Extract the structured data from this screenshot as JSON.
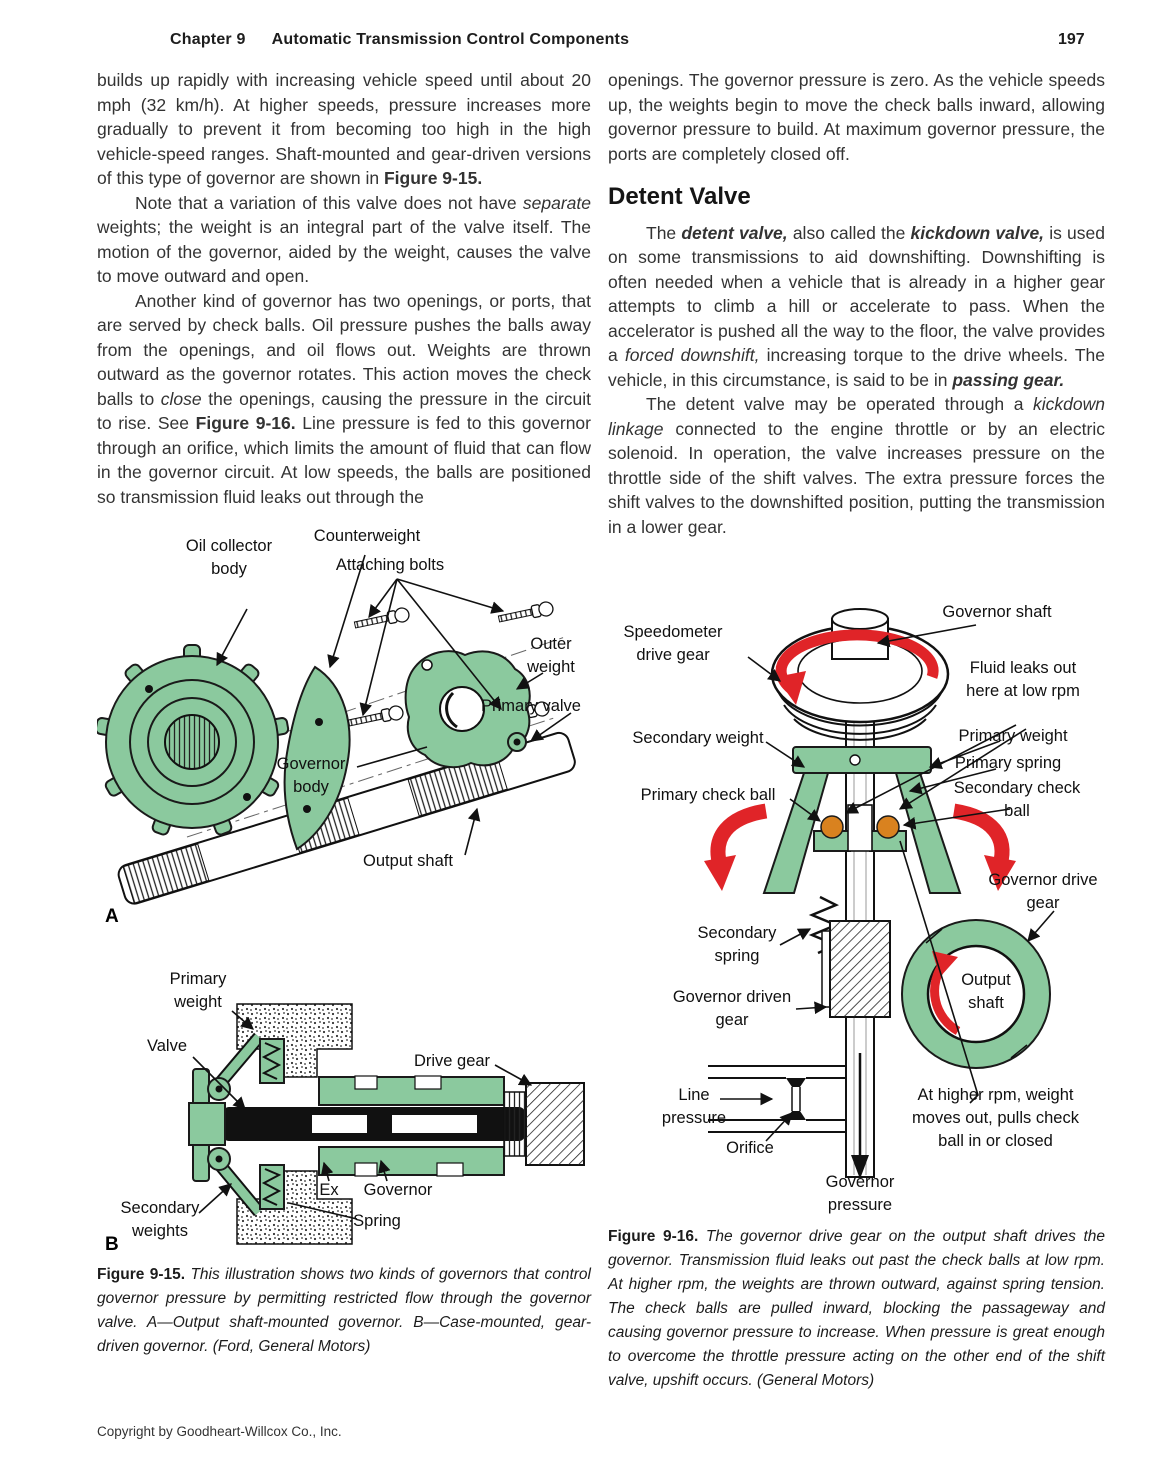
{
  "header": {
    "chapter": "Chapter 9",
    "title": "Automatic Transmission Control Components",
    "page_number": "197"
  },
  "footer": {
    "copyright": "Copyright by Goodheart-Willcox Co., Inc."
  },
  "colors": {
    "diagram_green": "#8bc99e",
    "arrow_red": "#e02428",
    "ball_orange": "#d9821f"
  },
  "left_column": {
    "p1": {
      "r0": "builds up rapidly with increasing vehicle speed until about 20 mph (32 km/h). At higher speeds, pressure increases more gradually to prevent it from becoming too high in the high vehicle-speed ranges. Shaft-mounted and gear-driven versions of this type of governor are shown in ",
      "r1": "Figure 9-15."
    },
    "p2": {
      "r0": "Note that a variation of this valve does not have ",
      "r1": "separate",
      "r2": " weights; the weight is an integral part of the valve itself. The motion of the governor, aided by the weight, causes the valve to move outward and open."
    },
    "p3": {
      "r0": "Another kind of governor has two openings, or ports, that are served by check balls. Oil pressure pushes the balls away from the openings, and oil flows out. Weights are thrown outward as the governor rotates. This action moves the check balls to ",
      "r1": "close",
      "r2": " the openings, causing the pressure in the circuit to rise. See ",
      "r3": "Figure 9-16.",
      "r4": " Line pressure is fed to this governor through an orifice, which limits the amount of fluid that can flow in the governor circuit. At low speeds, the balls are positioned so transmission fluid leaks out through the"
    }
  },
  "right_column": {
    "p4": "openings. The governor pressure is zero. As the vehicle speeds up, the weights begin to move the check balls inward, allowing governor pressure to build. At maximum governor pressure, the ports are completely closed off.",
    "heading": "Detent Valve",
    "p5": {
      "r0": "The ",
      "r1": "detent valve,",
      "r2": " also called the ",
      "r3": "kickdown valve,",
      "r4": " is used on some transmissions to aid downshifting. Downshifting is often needed when a vehicle that is already in a higher gear attempts to climb a hill or accelerate to pass. When the accelerator is pushed all the way to the floor, the valve provides a ",
      "r5": "forced downshift,",
      "r6": " increasing torque to the drive wheels. The vehicle, in this circumstance, is said to be in ",
      "r7": "passing gear."
    },
    "p6": {
      "r0": "The detent valve may be operated through a ",
      "r1": "kickdown linkage",
      "r2": " connected to the engine throttle or by an electric solenoid. In operation, the valve increases pressure on the throttle side of the shift valves. The extra pressure forces the shift valves to the downshifted position, putting the transmission in a lower gear."
    }
  },
  "figure15": {
    "part_a_letter": "A",
    "part_b_letter": "B",
    "labels": {
      "oil_collector_body": "Oil collector body",
      "counterweight": "Counterweight",
      "attaching_bolts": "Attaching bolts",
      "outer_weight": "Outer weight",
      "primary_valve": "Primary valve",
      "governor_body": "Governor body",
      "output_shaft": "Output shaft",
      "primary_weight": "Primary weight",
      "valve": "Valve",
      "drive_gear": "Drive gear",
      "ex": "Ex",
      "governor": "Governor",
      "secondary_weights": "Secondary weights",
      "spring": "Spring"
    }
  },
  "figure16": {
    "labels": {
      "speedometer_drive_gear": "Speedometer drive gear",
      "governor_shaft": "Governor shaft",
      "fluid_leaks": "Fluid leaks out here at low rpm",
      "secondary_weight": "Secondary weight",
      "primary_weight": "Primary weight",
      "primary_spring": "Primary spring",
      "primary_check_ball": "Primary check ball",
      "secondary_check_ball": "Secondary check ball",
      "governor_drive_gear": "Governor drive gear",
      "secondary_spring": "Secondary spring",
      "governor_driven_gear": "Governor driven gear",
      "output_shaft": "Output shaft",
      "at_higher_rpm": "At higher rpm, weight moves out, pulls check ball in or closed",
      "line_pressure": "Line pressure",
      "orifice": "Orifice",
      "governor_pressure": "Governor pressure"
    }
  },
  "captions": {
    "fig15_label": "Figure 9-15.",
    "fig15_text": " This illustration shows two kinds of governors that control governor pressure by permitting restricted flow through the governor valve. A—Output shaft-mounted governor. B—Case-mounted, gear-driven governor. (Ford, General Motors)",
    "fig16_label": "Figure 9-16.",
    "fig16_text": " The governor drive gear on the output shaft drives the governor. Transmission fluid leaks out past the check balls at low rpm. At higher rpm, the weights are thrown outward, against spring tension. The check balls are pulled inward, blocking the passageway and causing governor pressure to increase. When pressure is great enough to overcome the throttle pressure acting on the other end of the shift valve, upshift occurs. (General Motors)"
  }
}
